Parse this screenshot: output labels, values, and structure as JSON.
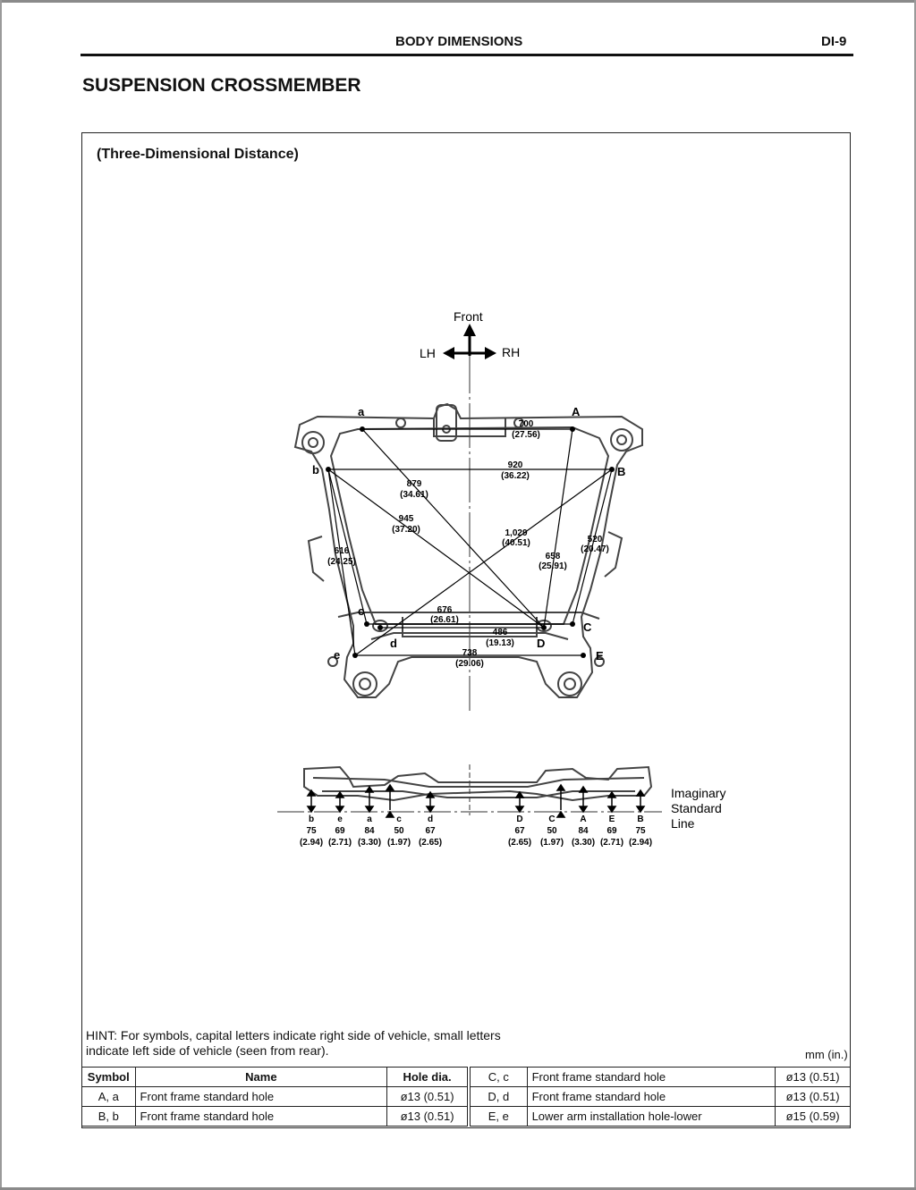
{
  "header": {
    "section": "BODY DIMENSIONS",
    "page": "DI-9"
  },
  "title": "SUSPENSION CROSSMEMBER",
  "panel_title": "(Three-Dimensional Distance)",
  "orientation": {
    "front": "Front",
    "left": "LH",
    "right": "RH"
  },
  "points_top": {
    "a": "a",
    "A": "A",
    "b": "b",
    "B": "B",
    "c": "c",
    "C": "C",
    "d": "d",
    "D": "D",
    "e": "e",
    "E": "E"
  },
  "dimensions": {
    "aA": {
      "mm": "700",
      "in": "(27.56)"
    },
    "bB": {
      "mm": "920",
      "in": "(36.22)"
    },
    "aD": {
      "mm": "879",
      "in": "(34.61)"
    },
    "bD": {
      "mm": "945",
      "in": "(37.20)"
    },
    "Be": {
      "mm": "1,029",
      "in": "(40.51)"
    },
    "BC": {
      "mm": "520",
      "in": "(20.47)"
    },
    "AE": {
      "mm": "658",
      "in": "(25.91)"
    },
    "be": {
      "mm": "616",
      "in": "(24.25)"
    },
    "cC": {
      "mm": "676",
      "in": "(26.61)"
    },
    "dD": {
      "mm": "486",
      "in": "(19.13)"
    },
    "eE": {
      "mm": "738",
      "in": "(29.06)"
    }
  },
  "side": {
    "standard_line": [
      "Imaginary",
      "Standard",
      "Line"
    ],
    "left": [
      {
        "pt": "b",
        "mm": "75",
        "in": "(2.94)"
      },
      {
        "pt": "e",
        "mm": "69",
        "in": "(2.71)"
      },
      {
        "pt": "a",
        "mm": "84",
        "in": "(3.30)"
      },
      {
        "pt": "c",
        "mm": "50",
        "in": "(1.97)"
      },
      {
        "pt": "d",
        "mm": "67",
        "in": "(2.65)"
      }
    ],
    "right": [
      {
        "pt": "D",
        "mm": "67",
        "in": "(2.65)"
      },
      {
        "pt": "C",
        "mm": "50",
        "in": "(1.97)"
      },
      {
        "pt": "A",
        "mm": "84",
        "in": "(3.30)"
      },
      {
        "pt": "E",
        "mm": "69",
        "in": "(2.71)"
      },
      {
        "pt": "B",
        "mm": "75",
        "in": "(2.94)"
      }
    ]
  },
  "hint": "HINT: For symbols, capital letters indicate right side of vehicle, small letters indicate left side of vehicle (seen from rear).",
  "units": "mm (in.)",
  "table": {
    "headers": {
      "symbol": "Symbol",
      "name": "Name",
      "hole": "Hole dia."
    },
    "rows": [
      {
        "symbol": "A,  a",
        "name": "Front frame standard hole",
        "hole": "ø13 (0.51)",
        "symbol2": "C,  c",
        "name2": "Front frame standard hole",
        "hole2": "ø13 (0.51)"
      },
      {
        "symbol": "B,  b",
        "name": "Front frame standard hole",
        "hole": "ø13 (0.51)",
        "symbol2": "D,  d",
        "name2": "Front frame standard hole",
        "hole2": "ø13 (0.51)"
      },
      {
        "symbol": "",
        "name": "",
        "hole": "",
        "symbol2": "E,  e",
        "name2": "Lower arm installation hole-lower",
        "hole2": "ø15 (0.59)"
      }
    ]
  }
}
